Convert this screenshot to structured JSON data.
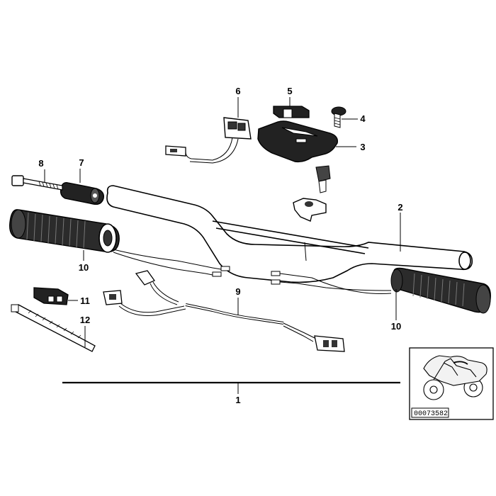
{
  "callouts": {
    "c1": "1",
    "c2": "2",
    "c3": "3",
    "c4": "4",
    "c5": "5",
    "c6": "6",
    "c7": "7",
    "c8": "8",
    "c9": "9",
    "c10_left": "10",
    "c10_right": "10",
    "c11": "11",
    "c12": "12"
  },
  "thumbnail": {
    "reference_number": "00073582",
    "icon": "motorcycle-icon"
  },
  "colors": {
    "ink": "#000000",
    "part_fill": "#1a1a1a",
    "grip_fill": "#2b2b2b",
    "background": "#ffffff"
  }
}
